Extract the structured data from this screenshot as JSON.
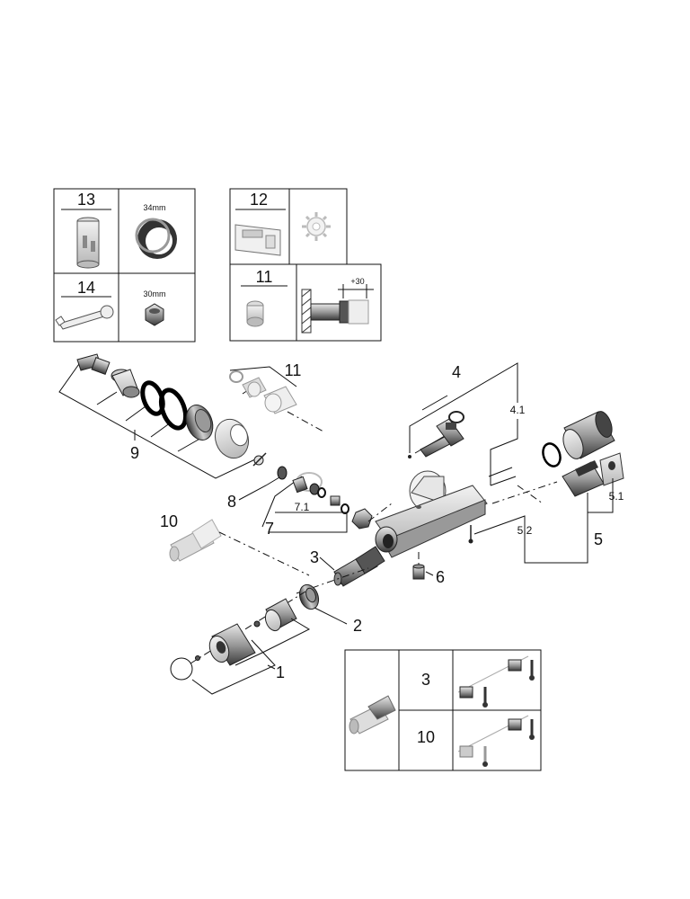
{
  "accessories": {
    "box_a": {
      "top_id": "13",
      "top_size": "34mm",
      "bottom_id": "14",
      "bottom_size": "30mm"
    },
    "box_b": {
      "top_id": "12",
      "bottom_id": "11",
      "extension": "+30"
    }
  },
  "callouts": {
    "c1": "1",
    "c2": "2",
    "c3": "3",
    "c4": "4",
    "c4_1": "4.1",
    "c5": "5",
    "c5_1": "5.1",
    "c5_2": "5.2",
    "c6": "6",
    "c7": "7",
    "c7_1": "7.1",
    "c8": "8",
    "c9": "9",
    "c10": "10",
    "c11": "11"
  },
  "variants_table": {
    "row1_id": "3",
    "row2_id": "10"
  }
}
